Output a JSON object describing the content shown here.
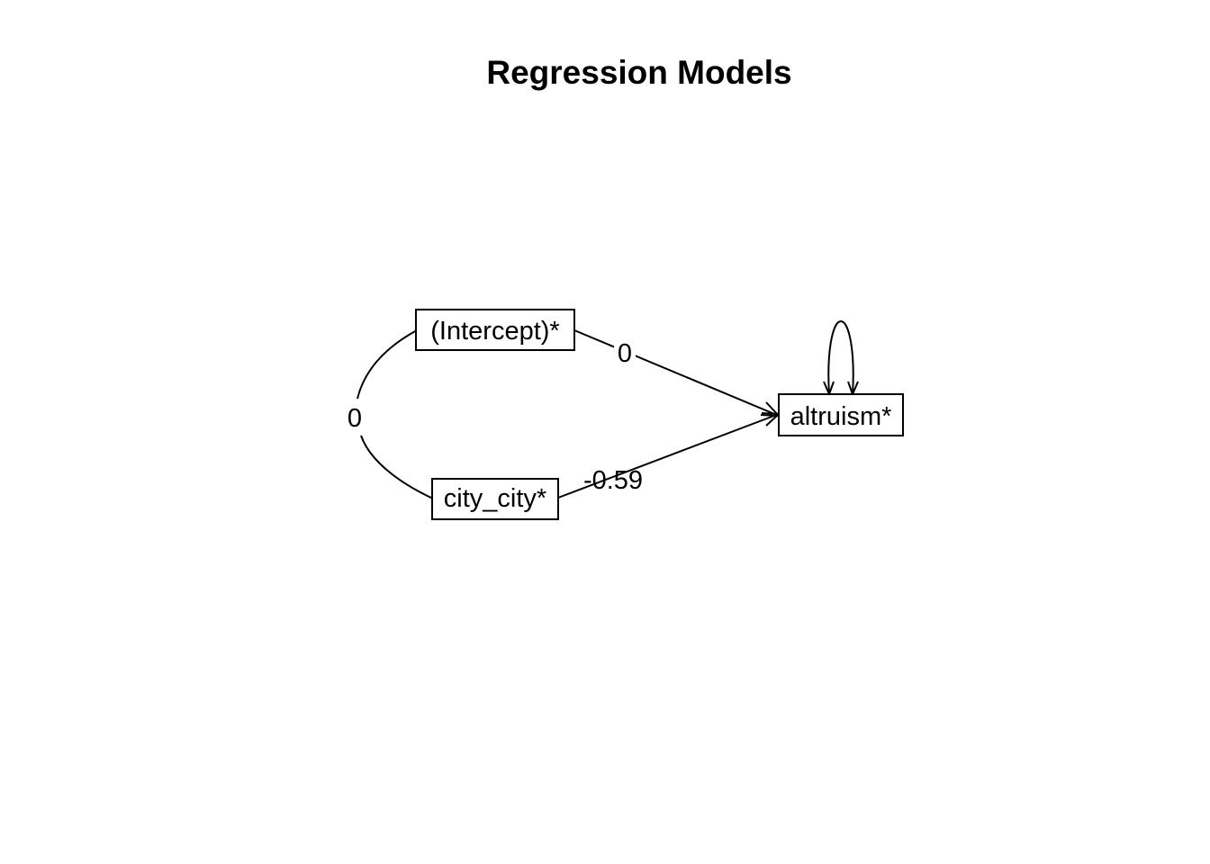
{
  "title": "Regression Models",
  "nodes": {
    "intercept": "(Intercept)*",
    "city": "city_city*",
    "altruism": "altruism*"
  },
  "edges": {
    "intercept_to_altruism": "0",
    "city_to_altruism": "-0.59",
    "intercept_city_covariance": "0"
  }
}
